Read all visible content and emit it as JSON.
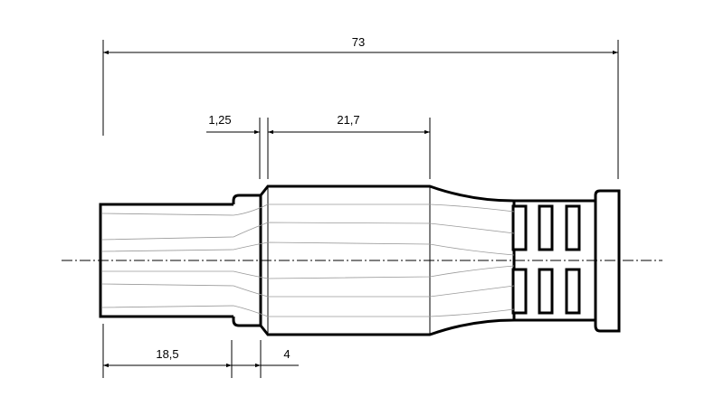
{
  "dimensions": {
    "overall_length": "73",
    "shoulder_width": "1,25",
    "body_length": "21,7",
    "plug_length": "18,5",
    "collar_length": "4"
  }
}
